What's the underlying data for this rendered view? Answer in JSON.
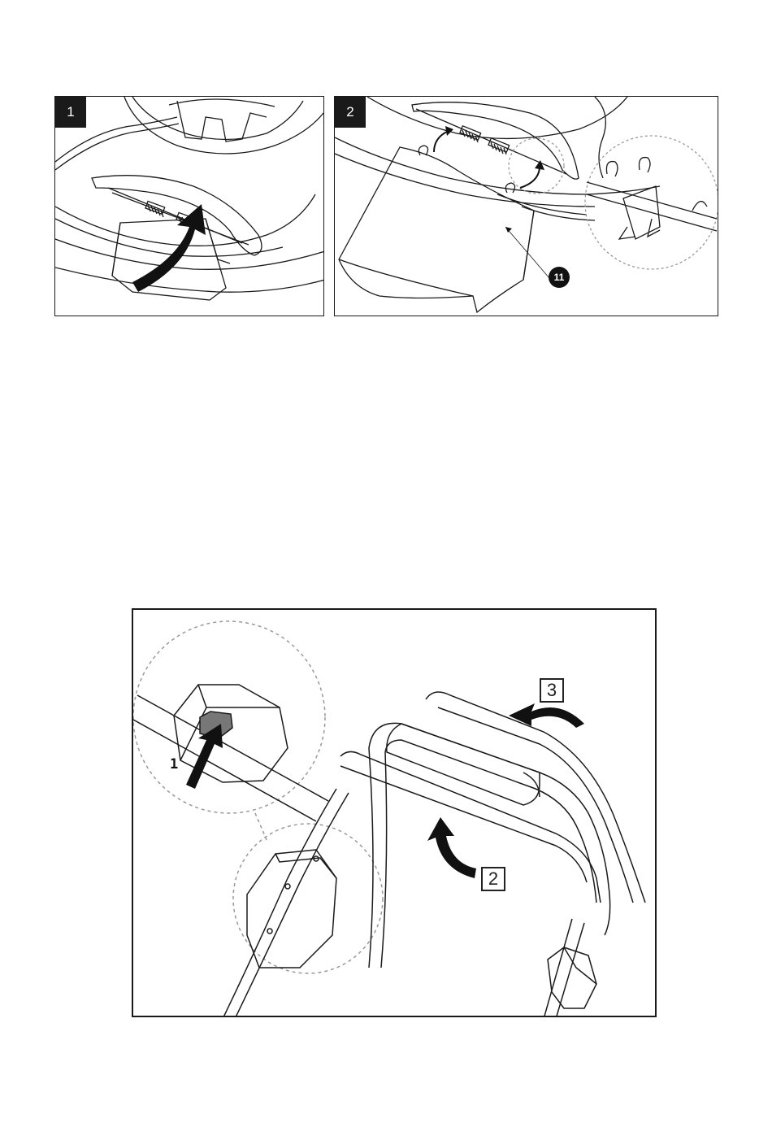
{
  "figures": {
    "step1": {
      "badge": "1"
    },
    "step2": {
      "badge": "2",
      "callout": "11"
    },
    "step3": {
      "labels": {
        "press": "1",
        "fold_lower": "2",
        "fold_upper": "3"
      }
    }
  },
  "colors": {
    "line": "#1a1a1a",
    "badge_bg": "#1a1a1a",
    "button_fill": "#777777",
    "dashed": "#999999"
  }
}
